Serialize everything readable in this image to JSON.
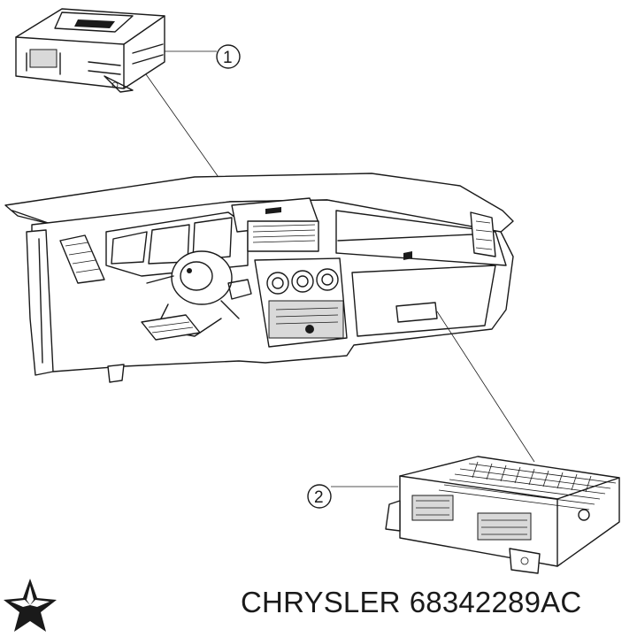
{
  "callouts": [
    {
      "number": "1",
      "part": "module-1"
    },
    {
      "number": "2",
      "part": "module-2"
    }
  ],
  "caption": {
    "brand": "CHRYSLER",
    "part_number": "68342289AC"
  },
  "colors": {
    "line": "#1a1a1a",
    "background": "#ffffff"
  }
}
